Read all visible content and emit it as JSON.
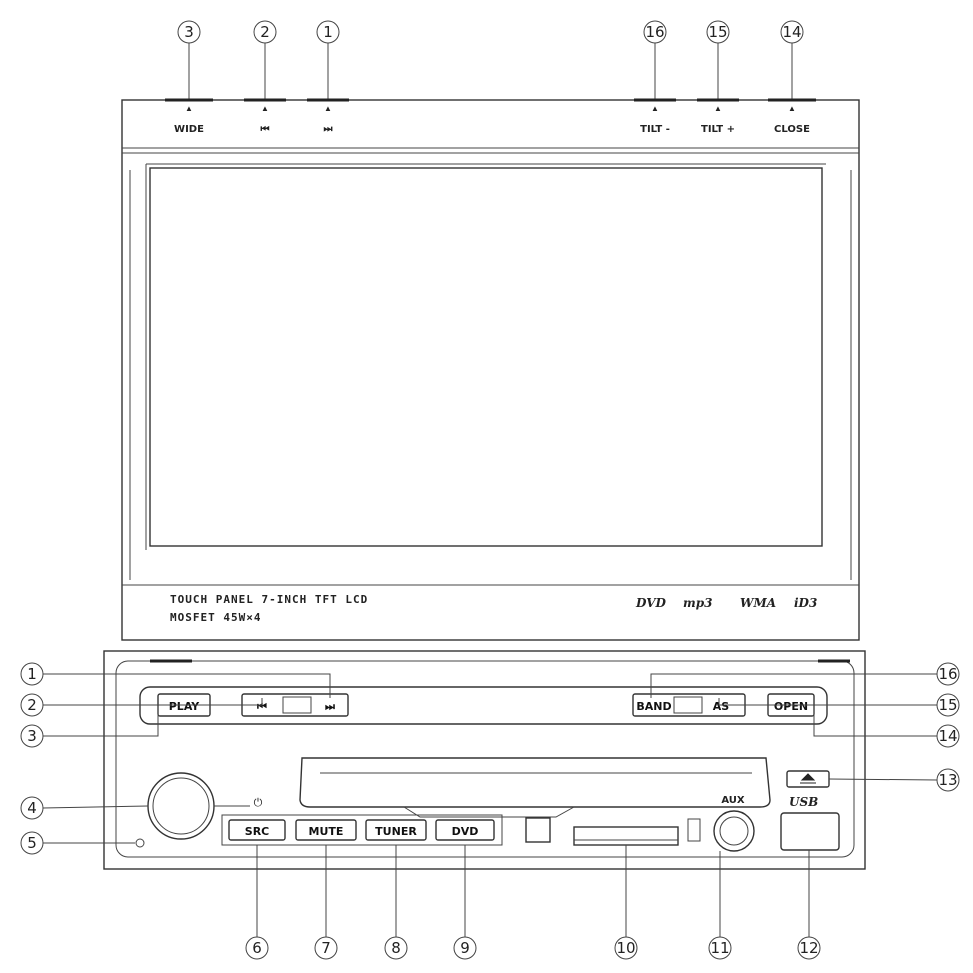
{
  "callouts_top": {
    "wide": "3",
    "prev": "2",
    "next": "1",
    "tilt_minus": "16",
    "tilt_plus": "15",
    "close": "14"
  },
  "top_labels": {
    "wide": "WIDE",
    "prev": "⏮",
    "next": "⏭",
    "tilt_minus": "TILT -",
    "tilt_plus": "TILT +",
    "close": "CLOSE"
  },
  "screen": {
    "line1": "TOUCH PANEL 7-INCH TFT LCD",
    "line2": "MOSFET  45W×4",
    "logos": [
      "DVD",
      "mp3",
      "WMA",
      "iD3"
    ]
  },
  "front_buttons": {
    "play": "PLAY",
    "band": "BAND",
    "as": "AS",
    "open": "OPEN",
    "src": "SRC",
    "mute": "MUTE",
    "tuner": "TUNER",
    "dvd": "DVD",
    "aux": "AUX",
    "usb": "USB"
  },
  "callouts_side": {
    "left": [
      "1",
      "2",
      "3",
      "4",
      "5"
    ],
    "right": [
      "16",
      "15",
      "14",
      "13"
    ],
    "bottom": [
      "6",
      "7",
      "8",
      "9",
      "10",
      "11",
      "12"
    ]
  }
}
